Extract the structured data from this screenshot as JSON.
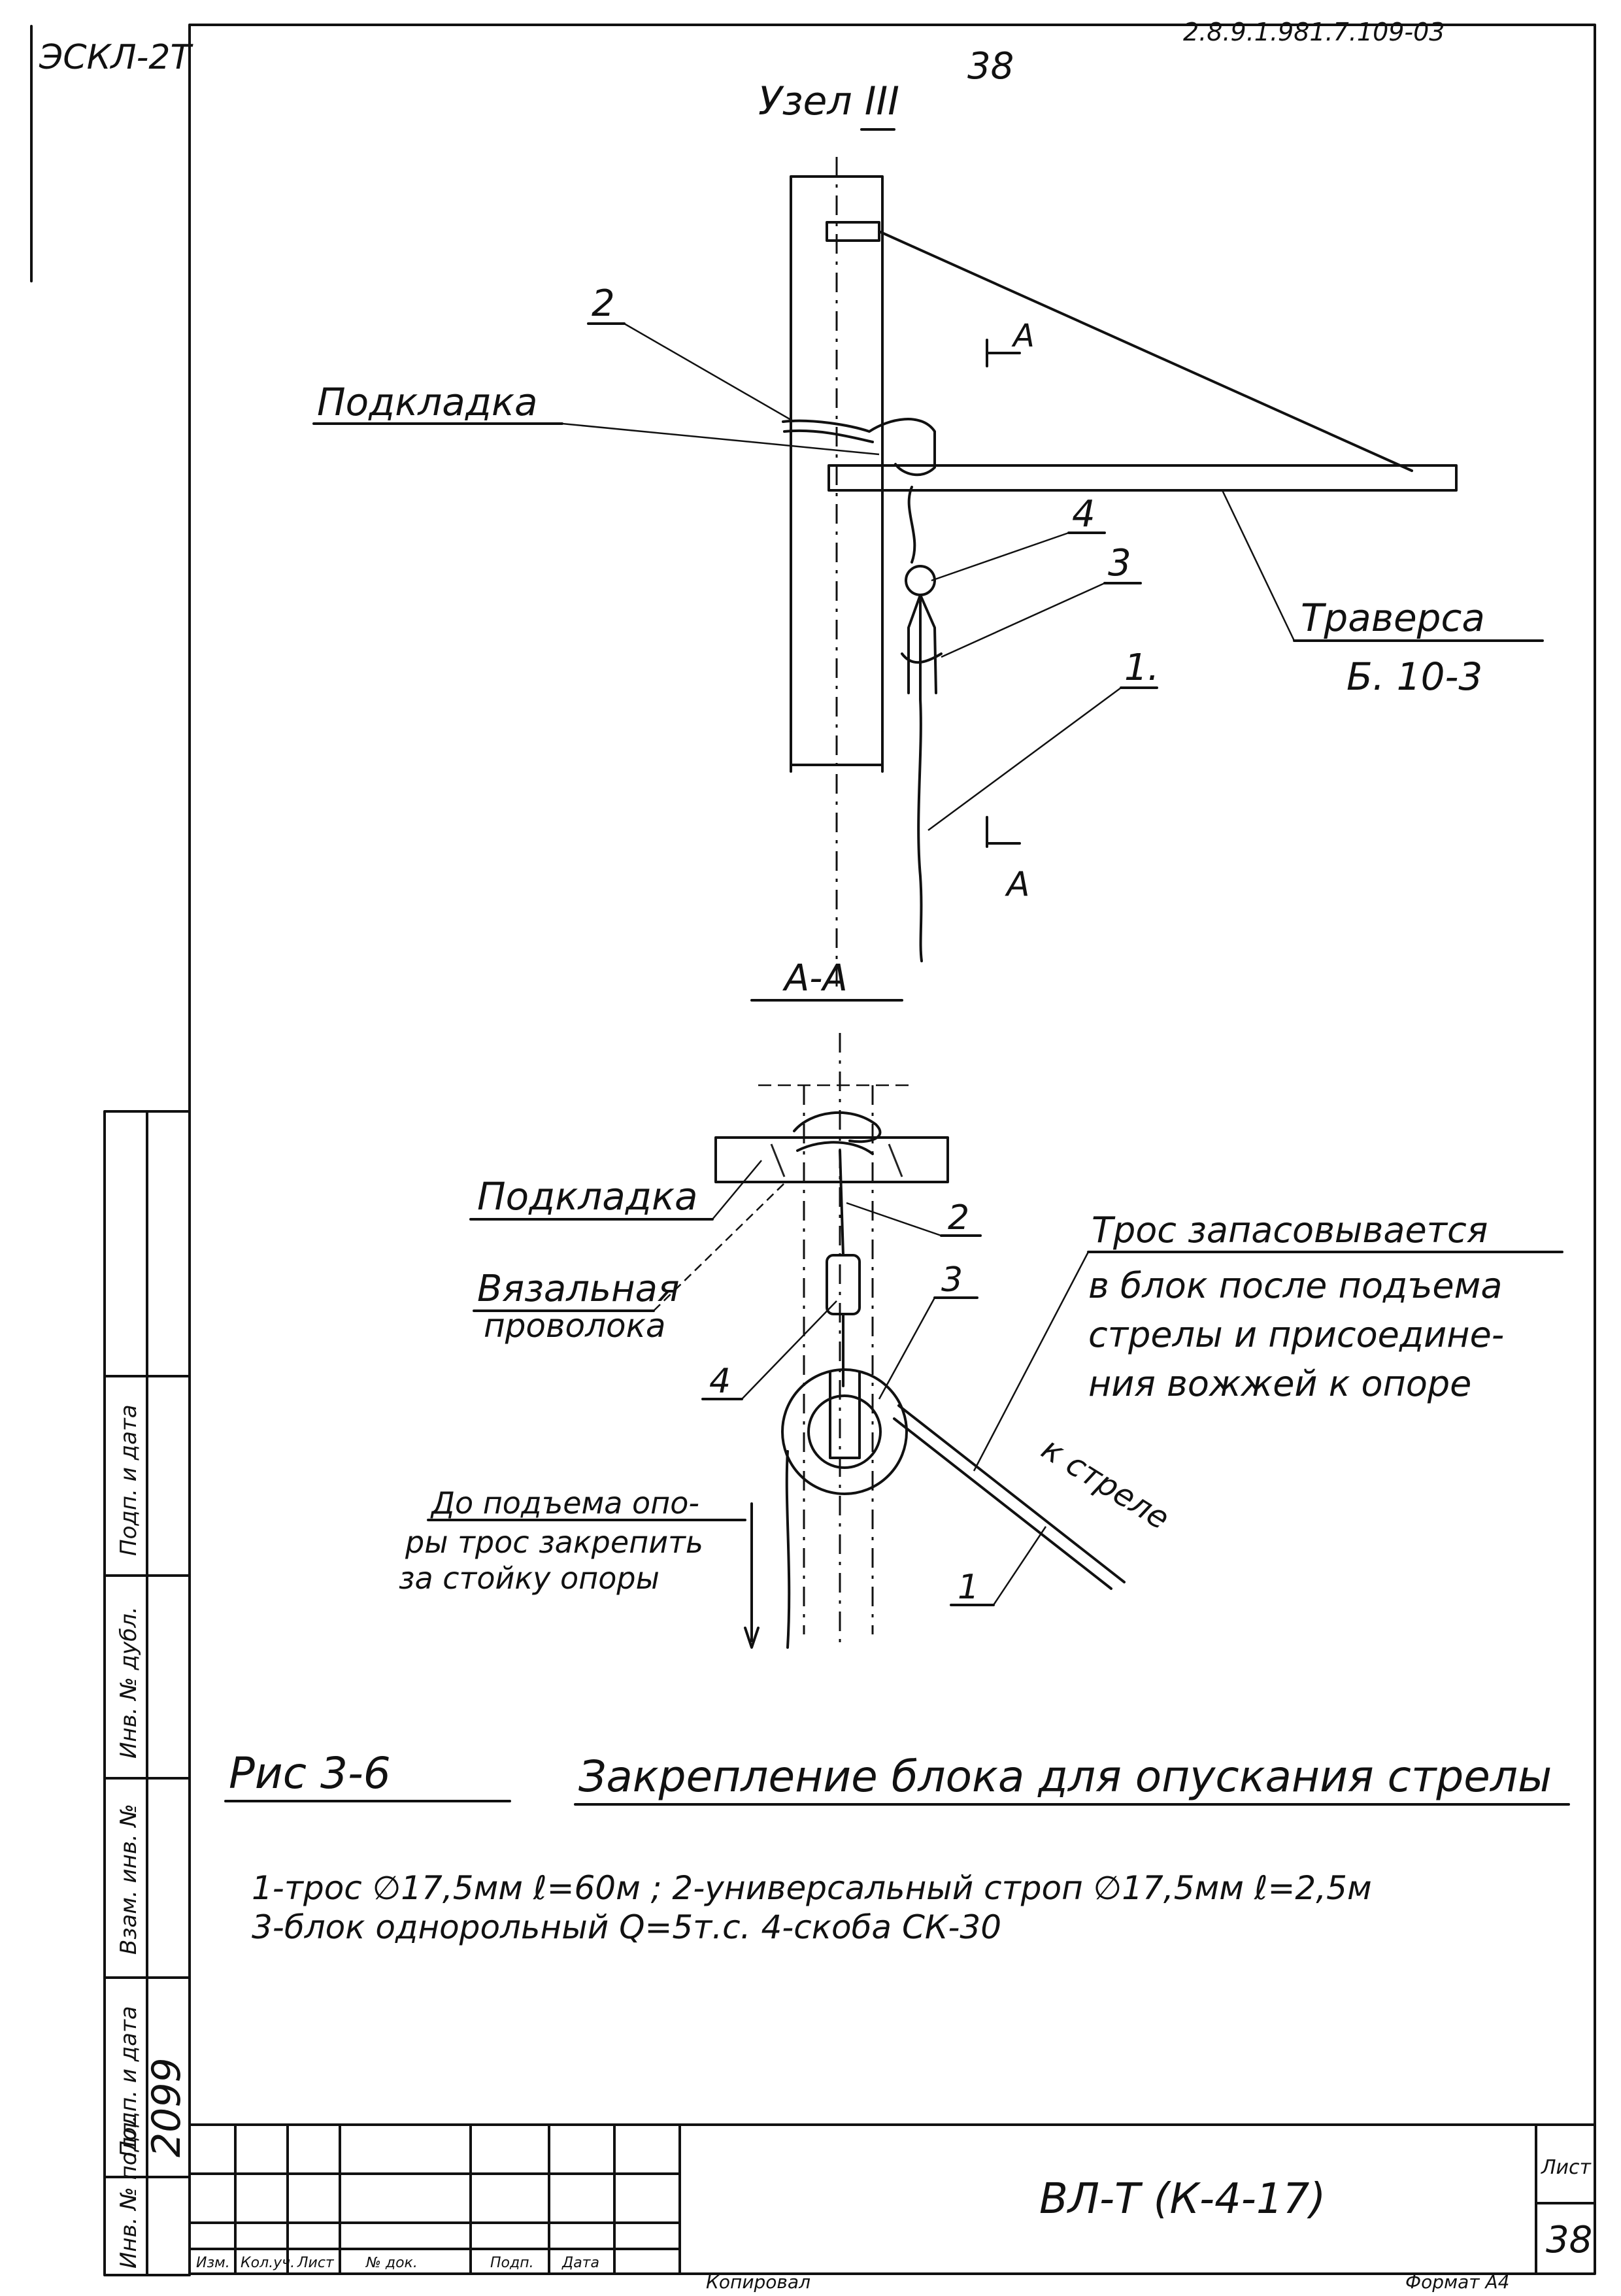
{
  "header": {
    "doc_code": "ЭСКЛ-2Т",
    "top_right_ref": "2.8.9.1.981.7.109-03",
    "page_mark": "38"
  },
  "view_top": {
    "title": "Узел III",
    "label_podkladka": "Подкладка",
    "num_2": "2",
    "num_4": "4",
    "num_3": "3",
    "num_1": "1.",
    "section_a_top": "А",
    "section_a_bottom": "А",
    "traverse_label": "Траверса",
    "traverse_code": "Б. 10-3"
  },
  "view_section": {
    "title": "А-А",
    "label_podkladka": "Подкладка",
    "label_wire_1": "Вязальная",
    "label_wire_2": "проволока",
    "num_2": "2",
    "num_3": "3",
    "num_4": "4",
    "num_1": "1",
    "note_lines": [
      "Трос запасовывается",
      "в блок после подъема",
      "стрелы и присоедине-",
      "ния вожжей к опоре"
    ],
    "to_boom": "к стреле",
    "left_note_lines": [
      "До подъема опо-",
      "ры трос закрепить",
      "за стойку опоры"
    ]
  },
  "caption": {
    "fig_number": "Рис 3-6",
    "fig_title": "Закрепление блока для опускания стрелы",
    "legend_line_1": "1-трос ∅17,5мм  ℓ=60м ;  2-универсальный строп ∅17,5мм  ℓ=2,5м",
    "legend_line_2": "3-блок однорольный  Q=5т.с.  4-скоба СК-30"
  },
  "left_strip": {
    "inv_number": "2099",
    "labels": [
      "Инв. № подл.",
      "Подп. и дата",
      "Взам. инв. №",
      "Инв. № дубл.",
      "Подп. и дата"
    ]
  },
  "title_block": {
    "designation": "ВЛ-Т (К-4-17)",
    "sheet_label": "Лист",
    "sheet_number": "38",
    "columns": [
      "Изм.",
      "Кол.уч.",
      "Лист",
      "№ док.",
      "Подп.",
      "Дата"
    ],
    "footer_left": "Копировал",
    "footer_right": "Формат А4"
  }
}
